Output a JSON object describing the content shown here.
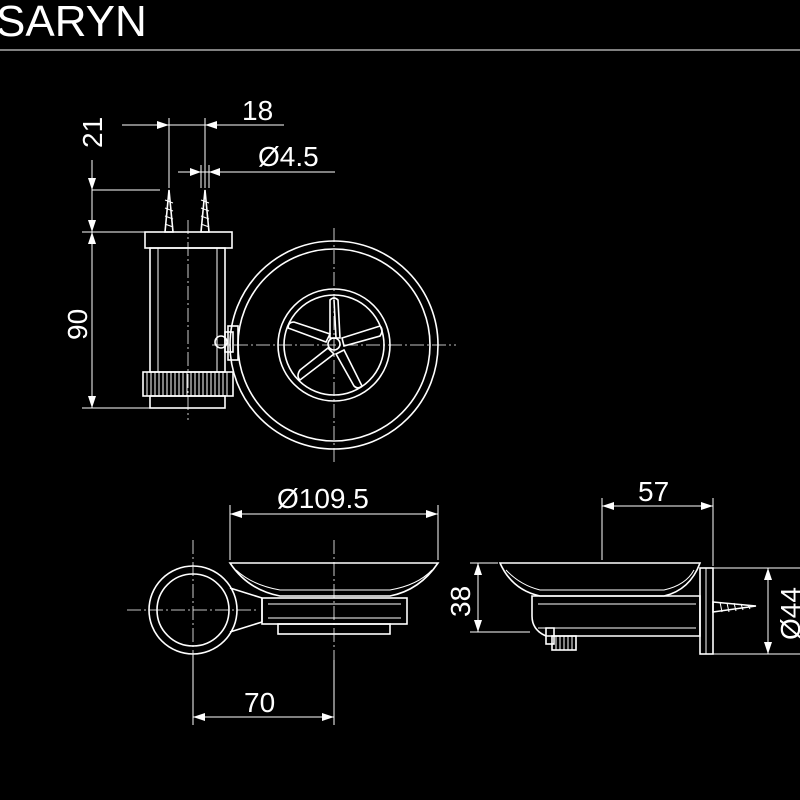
{
  "title": "SARYN",
  "dimensions": {
    "d21": "21",
    "d18": "18",
    "d4_5": "Ø4.5",
    "d90": "90",
    "d109_5": "Ø109.5",
    "d57": "57",
    "d38": "38",
    "d44": "Ø44",
    "d70": "70"
  },
  "colors": {
    "background": "#000000",
    "line": "#ffffff"
  }
}
